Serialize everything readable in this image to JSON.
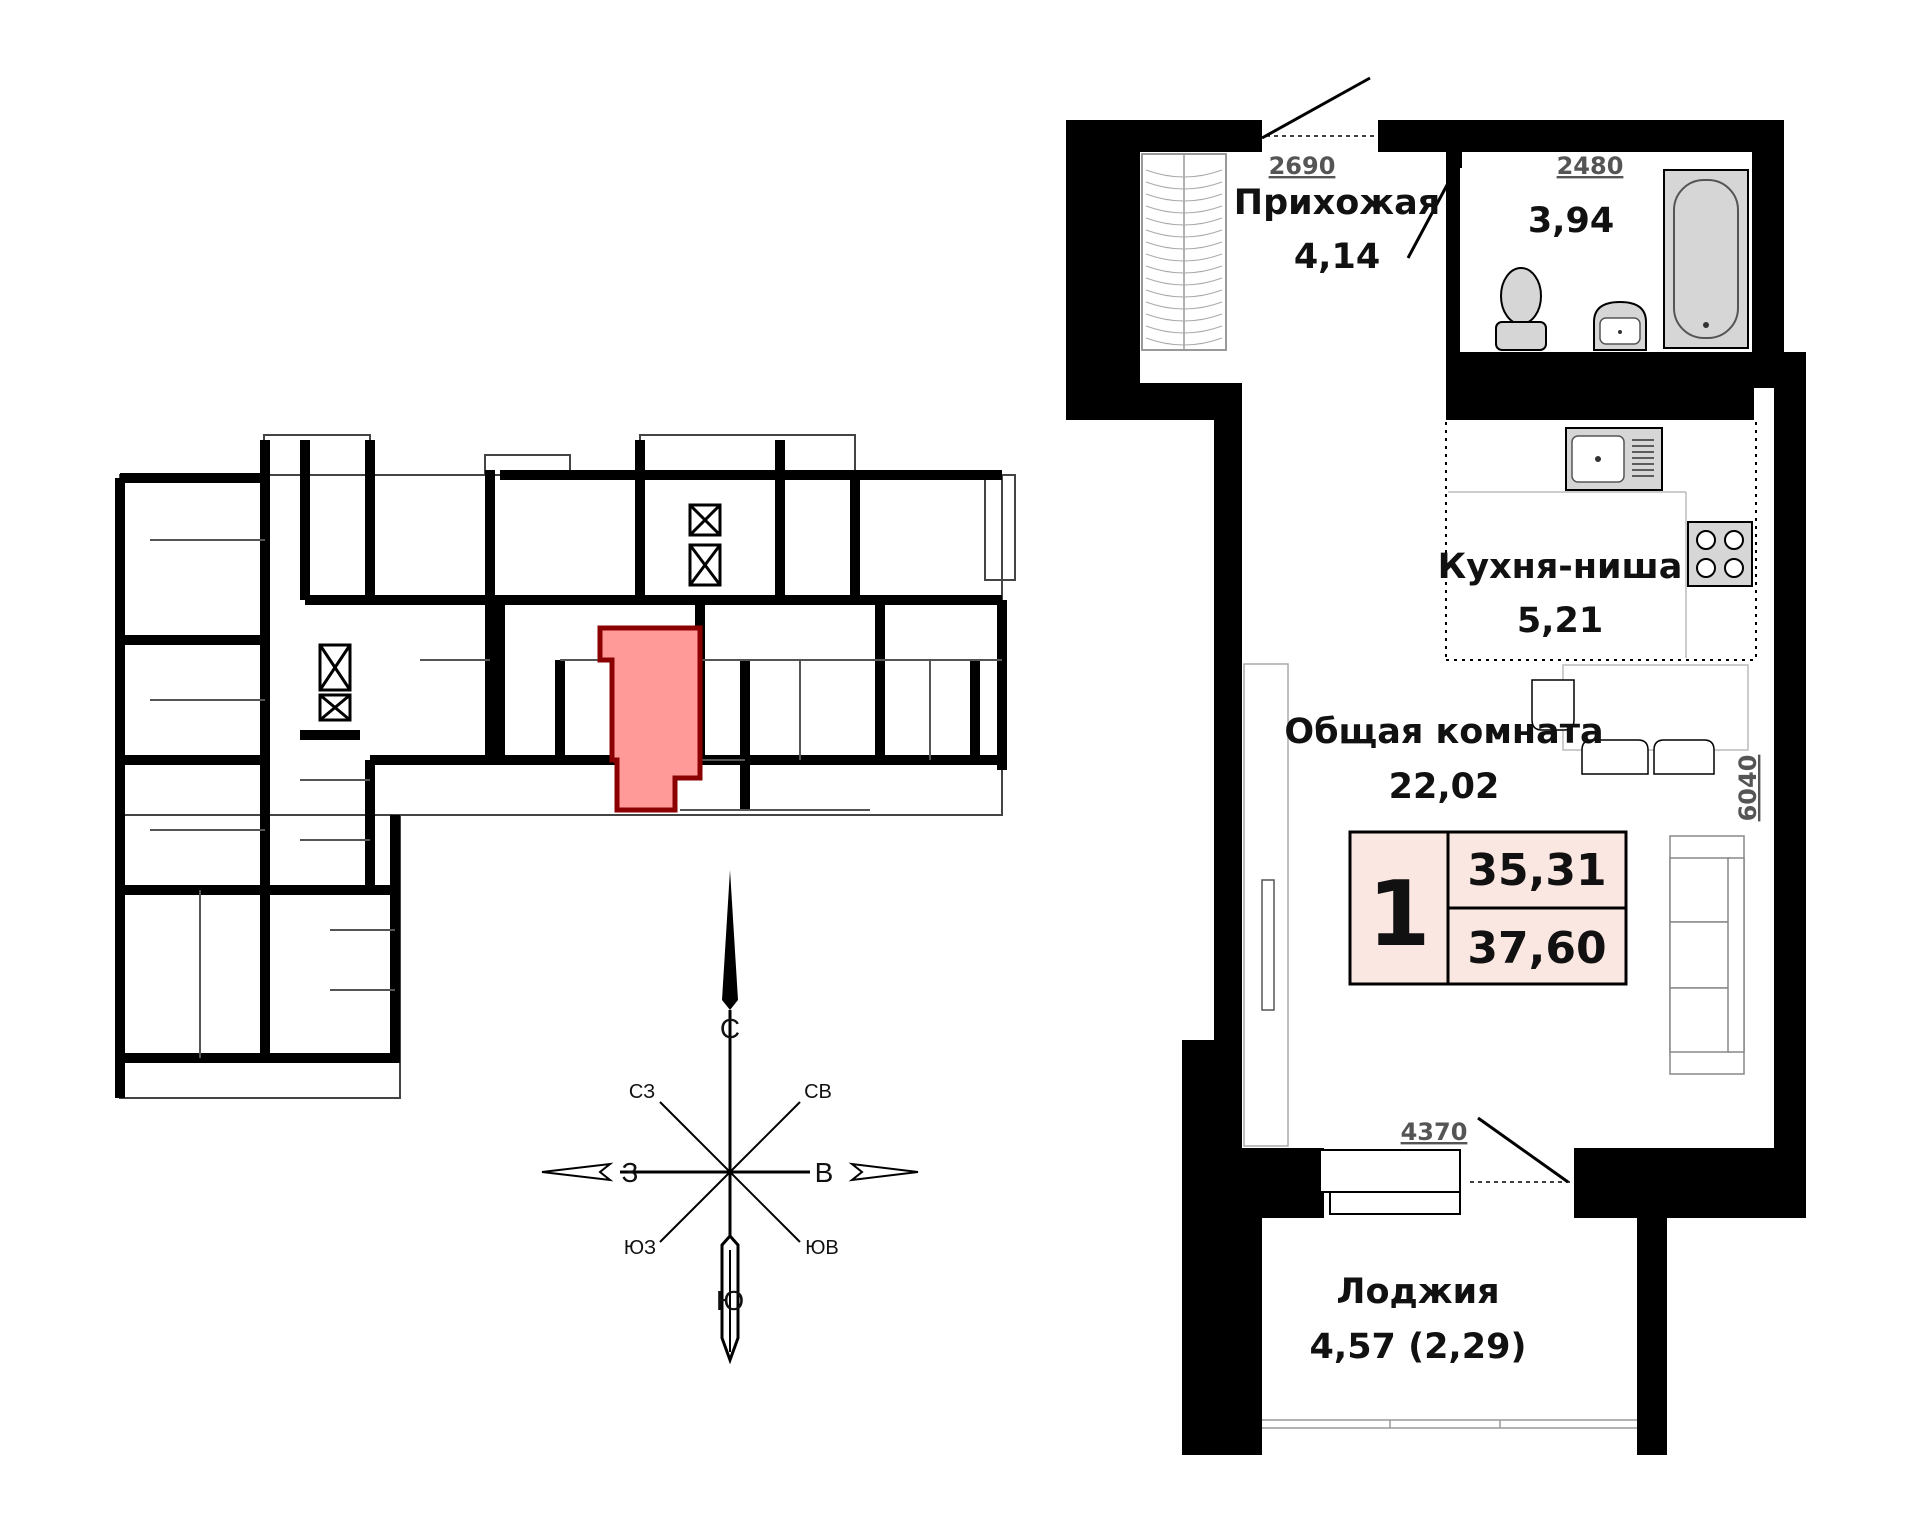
{
  "rooms": {
    "hallway": {
      "name": "Прихожая",
      "area": "4,14",
      "width": "2690"
    },
    "bathroom": {
      "area": "3,94",
      "width": "2480"
    },
    "kitchen": {
      "name": "Кухня-ниша",
      "area": "5,21"
    },
    "living": {
      "name": "Общая комната",
      "area": "22,02",
      "length": "6040",
      "window_width": "4370"
    },
    "loggia": {
      "name": "Лоджия",
      "area": "4,57 (2,29)"
    }
  },
  "summary": {
    "rooms_count": "1",
    "living_area": "35,31",
    "total_area": "37,60"
  },
  "compass": {
    "north": "С",
    "south": "Ю",
    "west": "З",
    "east": "В",
    "northwest": "СЗ",
    "northeast": "СВ",
    "southwest": "ЮЗ",
    "southeast": "ЮВ"
  },
  "colors": {
    "wall": "#000000",
    "highlight": "#ff9a98",
    "highlight_border": "#8b0000",
    "summary_fill": "#fbe7e2",
    "furniture": "#d6d6d6"
  }
}
